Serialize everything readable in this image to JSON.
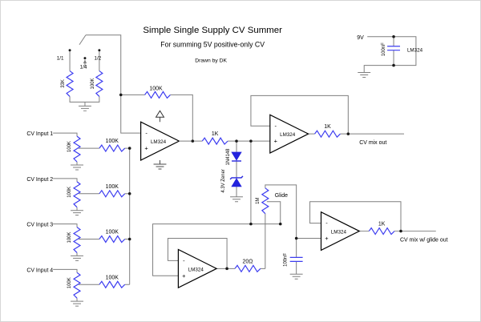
{
  "colors": {
    "wire_gray": "#7f7f7f",
    "component_blue": "#3c3cf0",
    "diode_blue": "#2424dd",
    "text": "#000000",
    "background": "#ffffff"
  },
  "header": {
    "title": "Simple Single Supply CV Summer",
    "subtitle": "For summing 5V positive-only CV",
    "credit": "Drawn by DK"
  },
  "symbols": {
    "minus": "-",
    "plus": "+"
  },
  "power_section": {
    "rail": "9V",
    "cap": "100nF",
    "ic": "LM324"
  },
  "gain_switch": {
    "positions": [
      "1/1",
      "1/4",
      "1/2"
    ],
    "r_left": "33K",
    "r_right": "100K"
  },
  "summer": {
    "feedback_r": "100K",
    "opamp": "LM324",
    "series_r": "1K",
    "clamp_diode": "1N4148",
    "clamp_zener": "4.3V Zener"
  },
  "inputs": [
    {
      "label": "CV Input 1",
      "pot": "100K",
      "mix_r": "100K"
    },
    {
      "label": "CV Input 2",
      "pot": "100K",
      "mix_r": "100K"
    },
    {
      "label": "CV Input 3",
      "pot": "100K",
      "mix_r": "100K"
    },
    {
      "label": "CV Input 4",
      "pot": "100K",
      "mix_r": "100K"
    }
  ],
  "mix_output": {
    "opamp": "LM324",
    "out_r": "1K",
    "label": "CV mix out"
  },
  "glide": {
    "buffer_opamp": "LM324",
    "series_r": "20Ω",
    "pot": "1M",
    "pot_name": "Glide",
    "cap": "100nF",
    "out_opamp": "LM324",
    "out_r": "1K",
    "label": "CV mix w/ glide out"
  }
}
